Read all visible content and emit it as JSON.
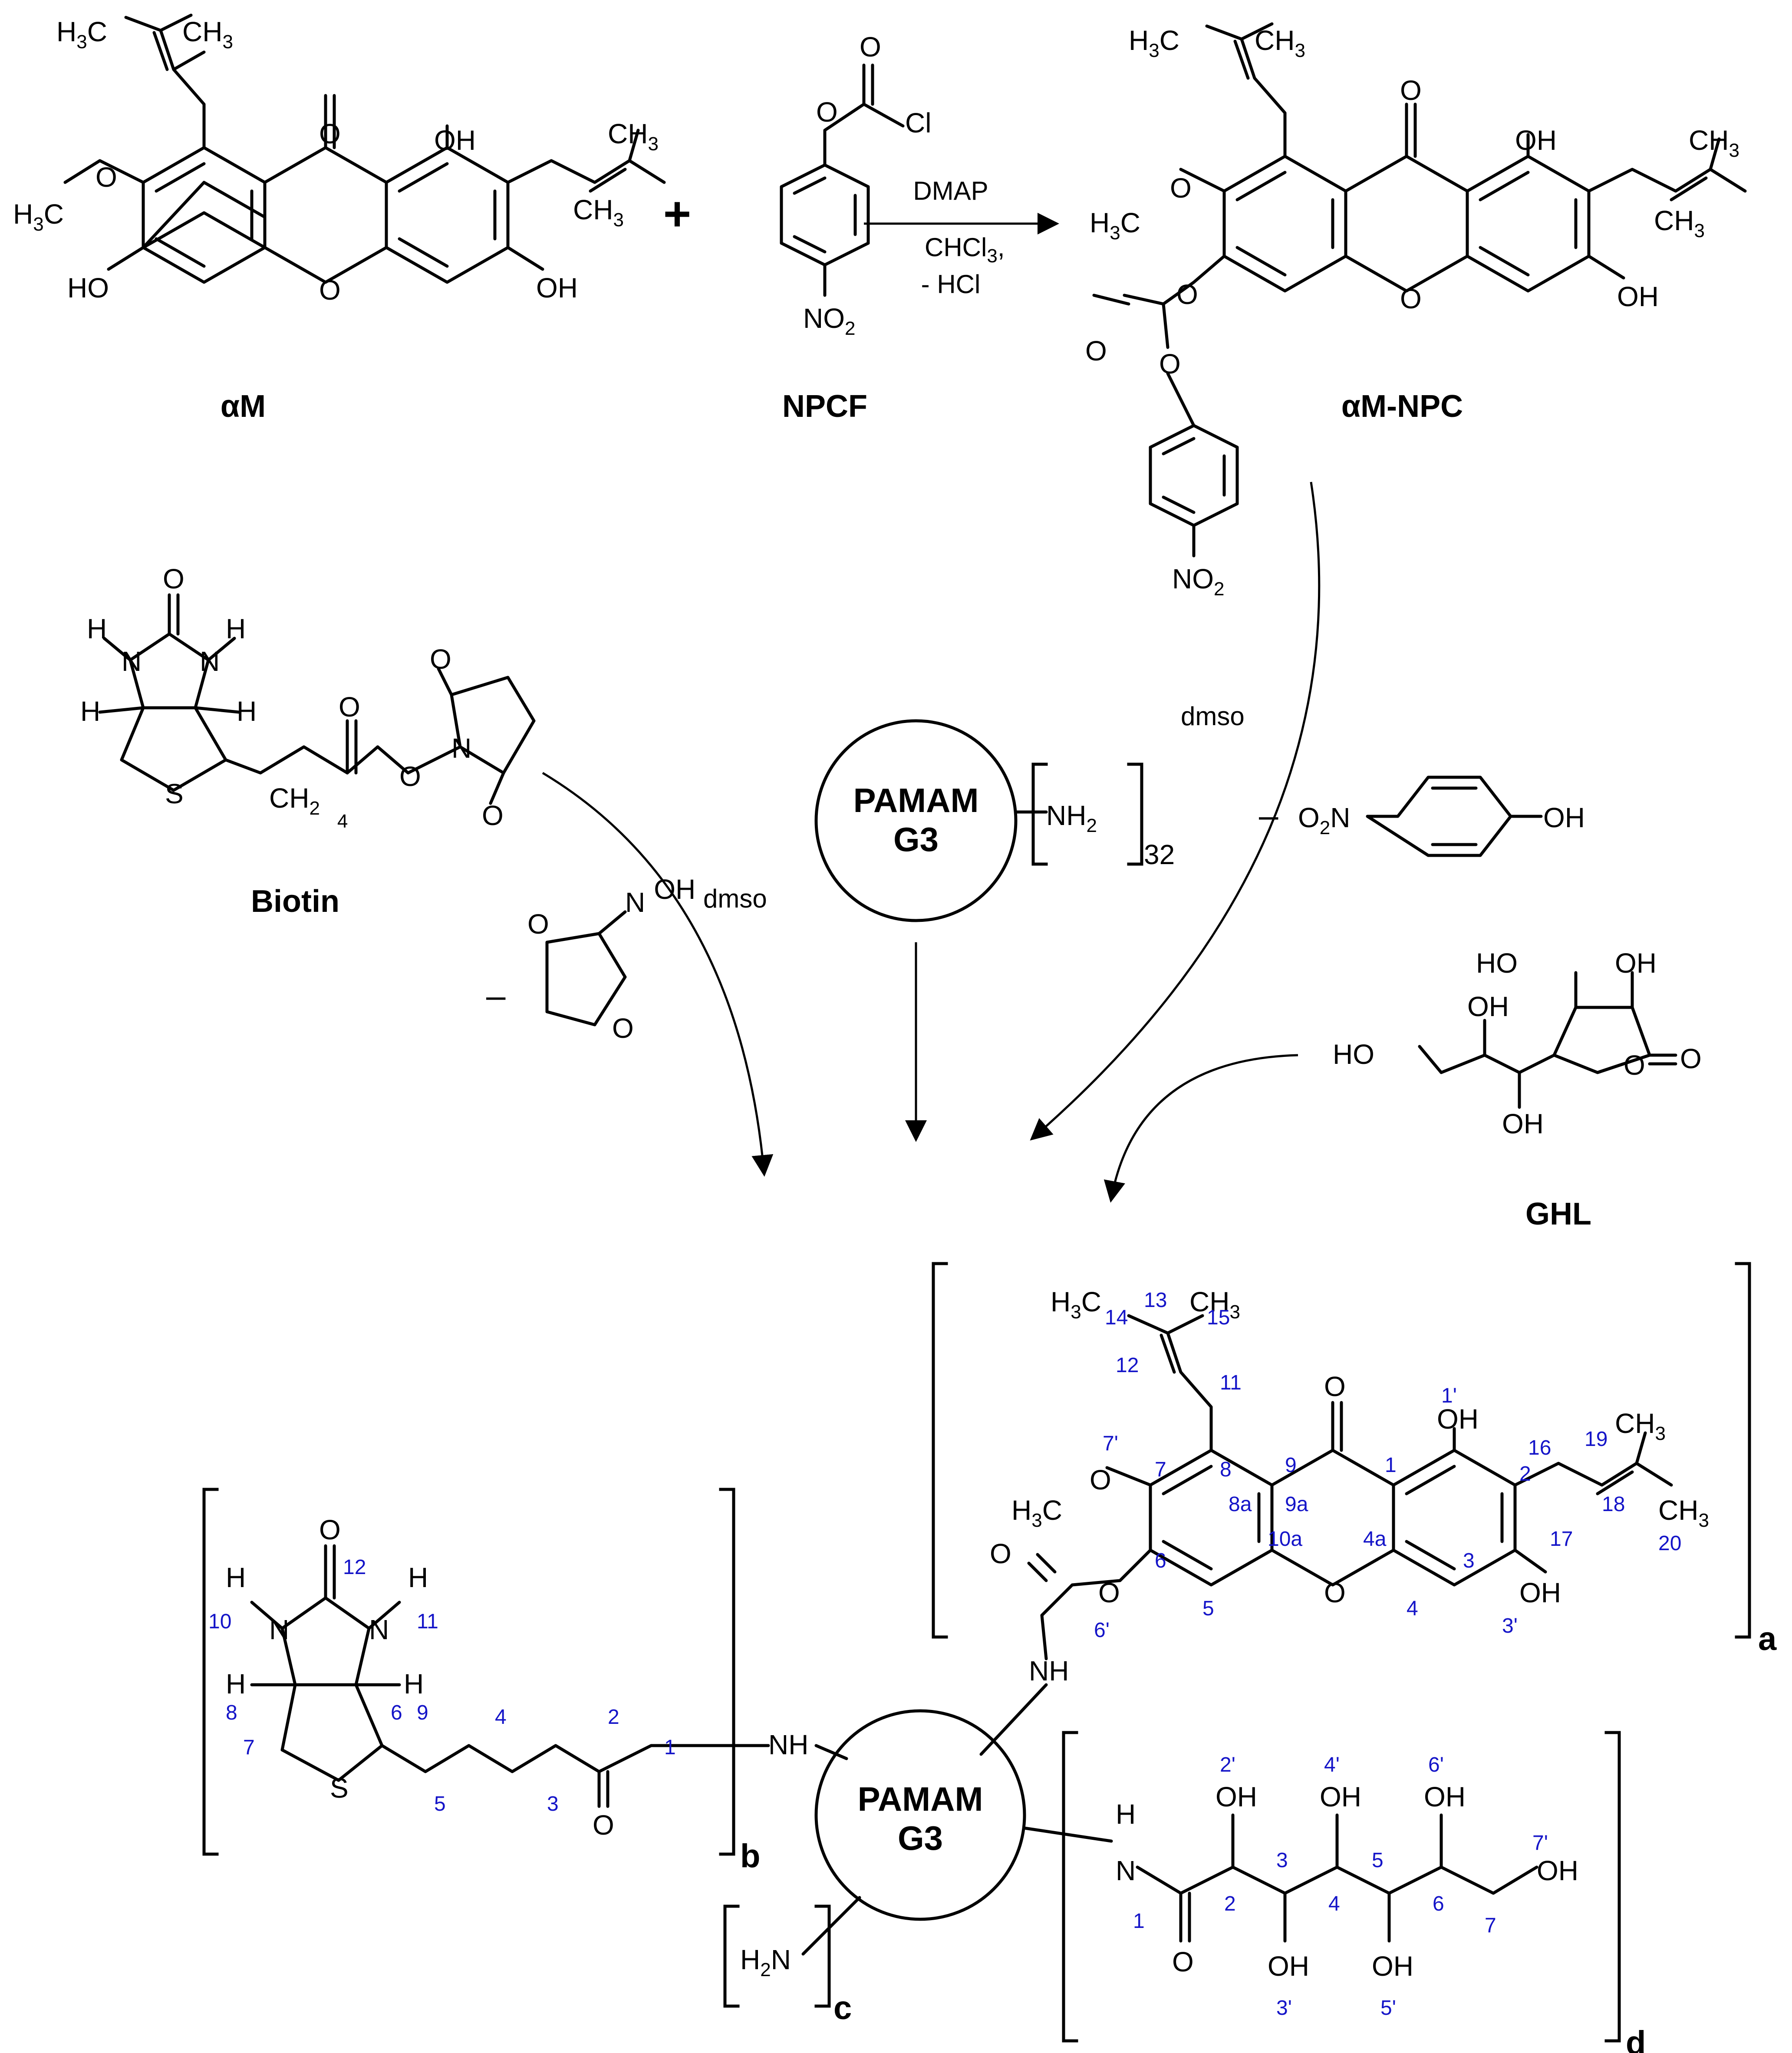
{
  "compounds": {
    "alpha_m": "αM",
    "npcf": "NPCF",
    "alpha_m_npc": "αM-NPC",
    "biotin": "Biotin",
    "ghl": "GHL"
  },
  "reaction1": {
    "plus": "+",
    "reagent": "DMAP",
    "solvent": "CHCl",
    "solvent_sub": "3",
    "solvent_suffix": ",",
    "byproduct": "- HCl"
  },
  "conditions": {
    "dmso_right": "dmso",
    "dmso_left": "dmso",
    "minus_nitrophenol": "–",
    "minus_nhs": "–"
  },
  "pamam": {
    "line1": "PAMAM",
    "line2": "G3",
    "nh2": "NH",
    "nh2_sub": "2",
    "count": "32"
  },
  "product": {
    "pamam_line1": "PAMAM",
    "pamam_line2": "G3",
    "bracket_a": "a",
    "bracket_b": "b",
    "bracket_c": "c",
    "bracket_d": "d"
  },
  "atoms": {
    "OH": "OH",
    "HO": "HO",
    "O": "O",
    "Cl": "Cl",
    "S": "S",
    "H": "H",
    "N": "N",
    "NH": "NH",
    "NO": "NO",
    "NO_sub": "2",
    "H3C": "H",
    "H3C_sub": "3",
    "H3C_c": "C",
    "CH3": "CH",
    "CH3_sub": "3",
    "CH2": "CH",
    "CH2_sub": "2",
    "CH2_count": "4",
    "O2N_o": "O",
    "O2N_sub": "2",
    "O2N_n": "N",
    "H2N_h": "H",
    "H2N_sub": "2",
    "H2N_n": "N"
  },
  "numbering": {
    "xanthone": [
      "14",
      "13",
      "15",
      "12",
      "11",
      "1'",
      "7'",
      "7",
      "8",
      "9",
      "1",
      "2",
      "16",
      "19",
      "8a",
      "9a",
      "18",
      "20",
      "17",
      "10a",
      "4a",
      "6",
      "5",
      "4",
      "3",
      "3'",
      "6'"
    ],
    "biotin": [
      "12",
      "10",
      "11",
      "8",
      "9",
      "6",
      "7",
      "4",
      "2",
      "1",
      "5",
      "3"
    ],
    "gluconamide": [
      "2'",
      "4'",
      "6'",
      "7'",
      "1",
      "2",
      "3",
      "4",
      "5",
      "6",
      "7",
      "3'",
      "5'"
    ]
  }
}
